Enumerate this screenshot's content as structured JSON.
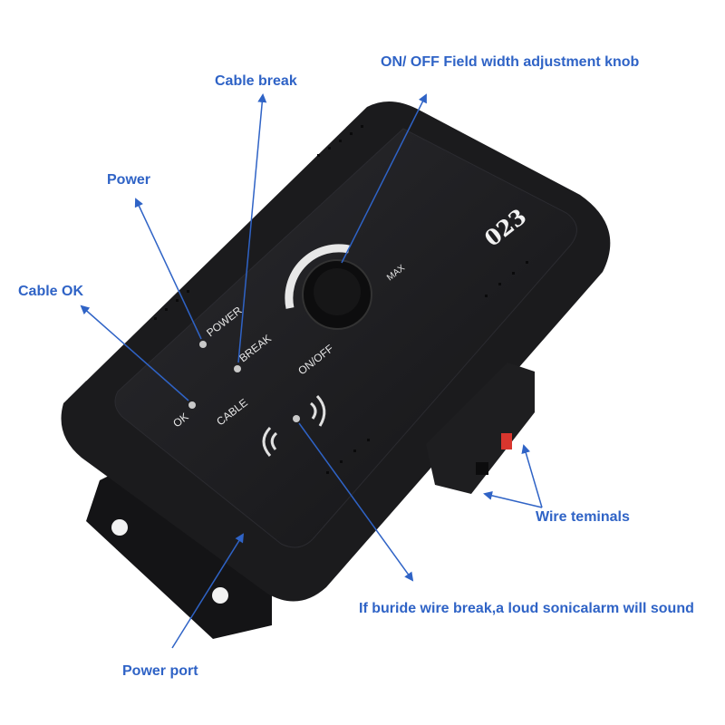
{
  "callouts": {
    "knob": "ON/ OFF Field width adjustment knob",
    "cable_break": "Cable break",
    "power": "Power",
    "cable_ok": "Cable OK",
    "wire_terminals": "Wire teminals",
    "alarm": "If buride wire break,a loud sonicalarm will sound",
    "power_port": "Power port"
  },
  "panel": {
    "power_label": "POWER",
    "break_label": "BREAK",
    "ok_label": "OK",
    "cable_label": "CABLE",
    "onoff_label": "ON/OFF",
    "max_label": "MAX",
    "model": "023"
  },
  "colors": {
    "callout": "#2f63c6",
    "device": "#1b1b1d",
    "terminal_red": "#d8362e"
  }
}
